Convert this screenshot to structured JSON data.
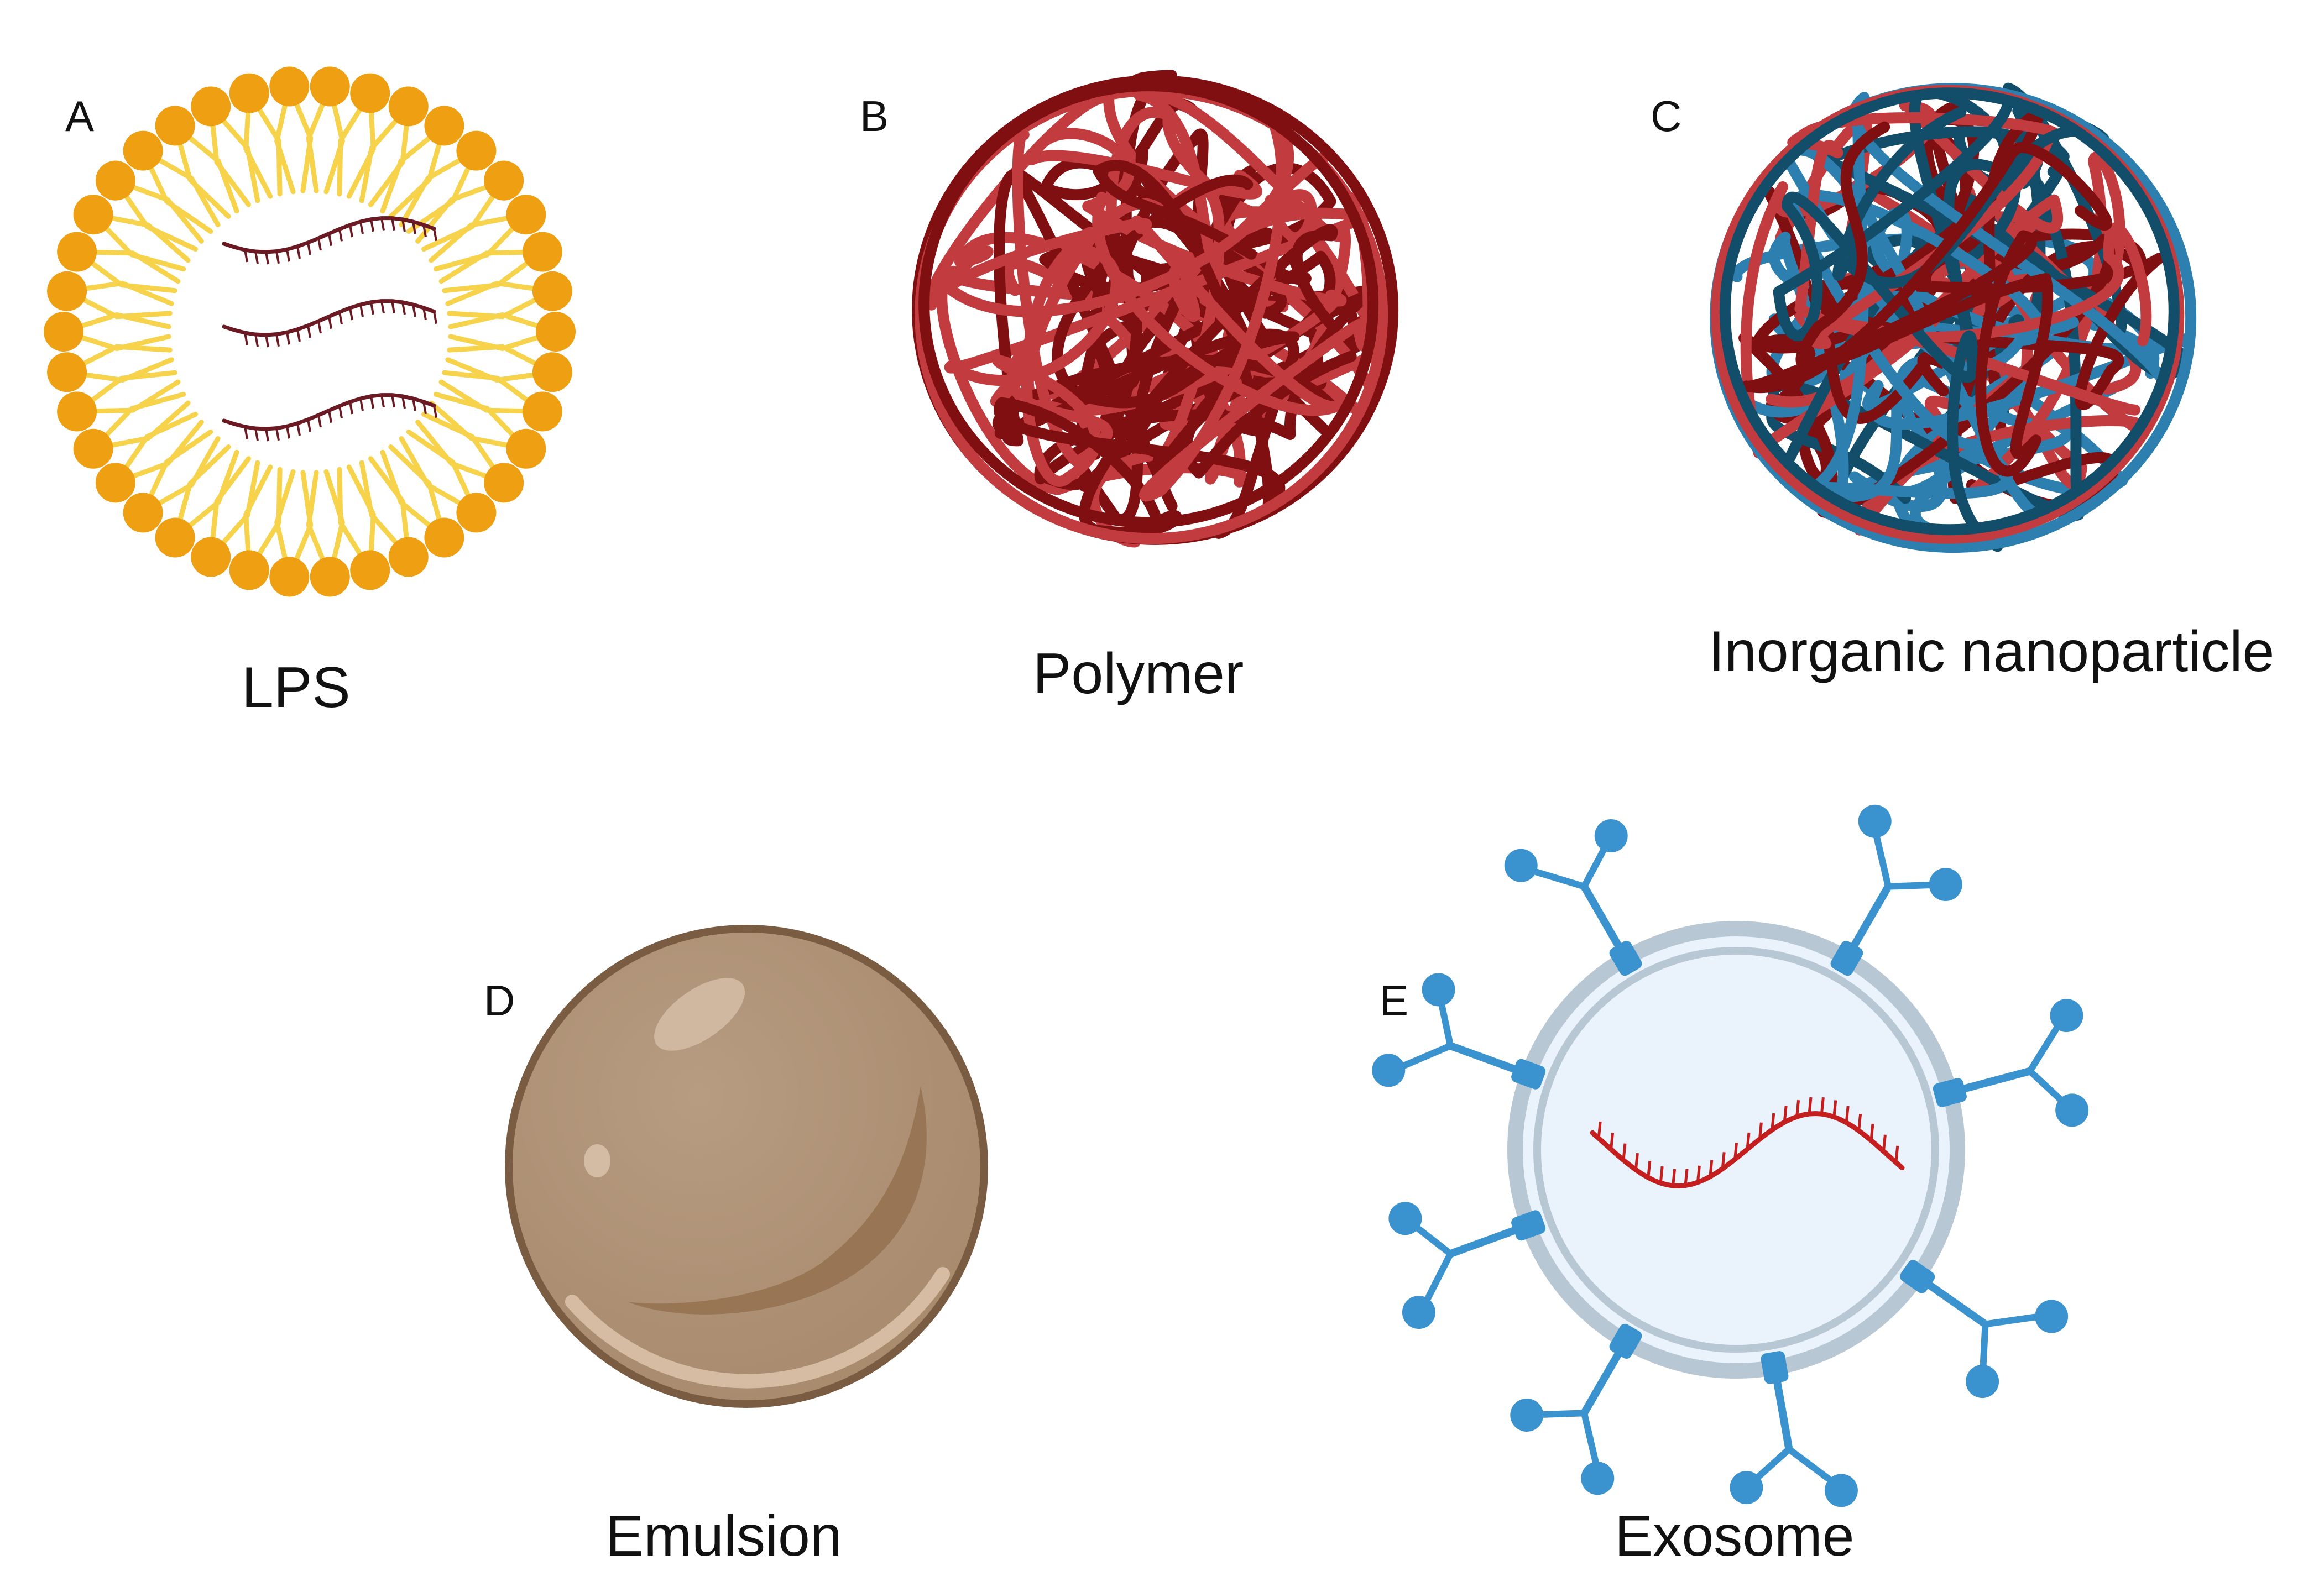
{
  "panels": {
    "a": {
      "letter": "A",
      "label": "LPS"
    },
    "b": {
      "letter": "B",
      "label": "Polymer"
    },
    "c": {
      "letter": "C",
      "label": "Inorganic nanoparticle"
    },
    "d": {
      "letter": "D",
      "label": "Emulsion"
    },
    "e": {
      "letter": "E",
      "label": "Exosome"
    }
  },
  "colors": {
    "lipid_head": "#ee9f12",
    "lipid_tail": "#f7d34c",
    "rna": "#6b1a23",
    "polymer_dark": "#800f12",
    "polymer_light": "#c23b3f",
    "inorganic_blue": "#2c7fae",
    "inorganic_dark_blue": "#124d6a",
    "emulsion_body": "#ad8f73",
    "emulsion_edge": "#7a5c42",
    "exosome_fill": "#eaf3fc",
    "exosome_membrane": "#b8c7d4",
    "antibody": "#3a92cf",
    "exosome_rna": "#c41e1e"
  }
}
